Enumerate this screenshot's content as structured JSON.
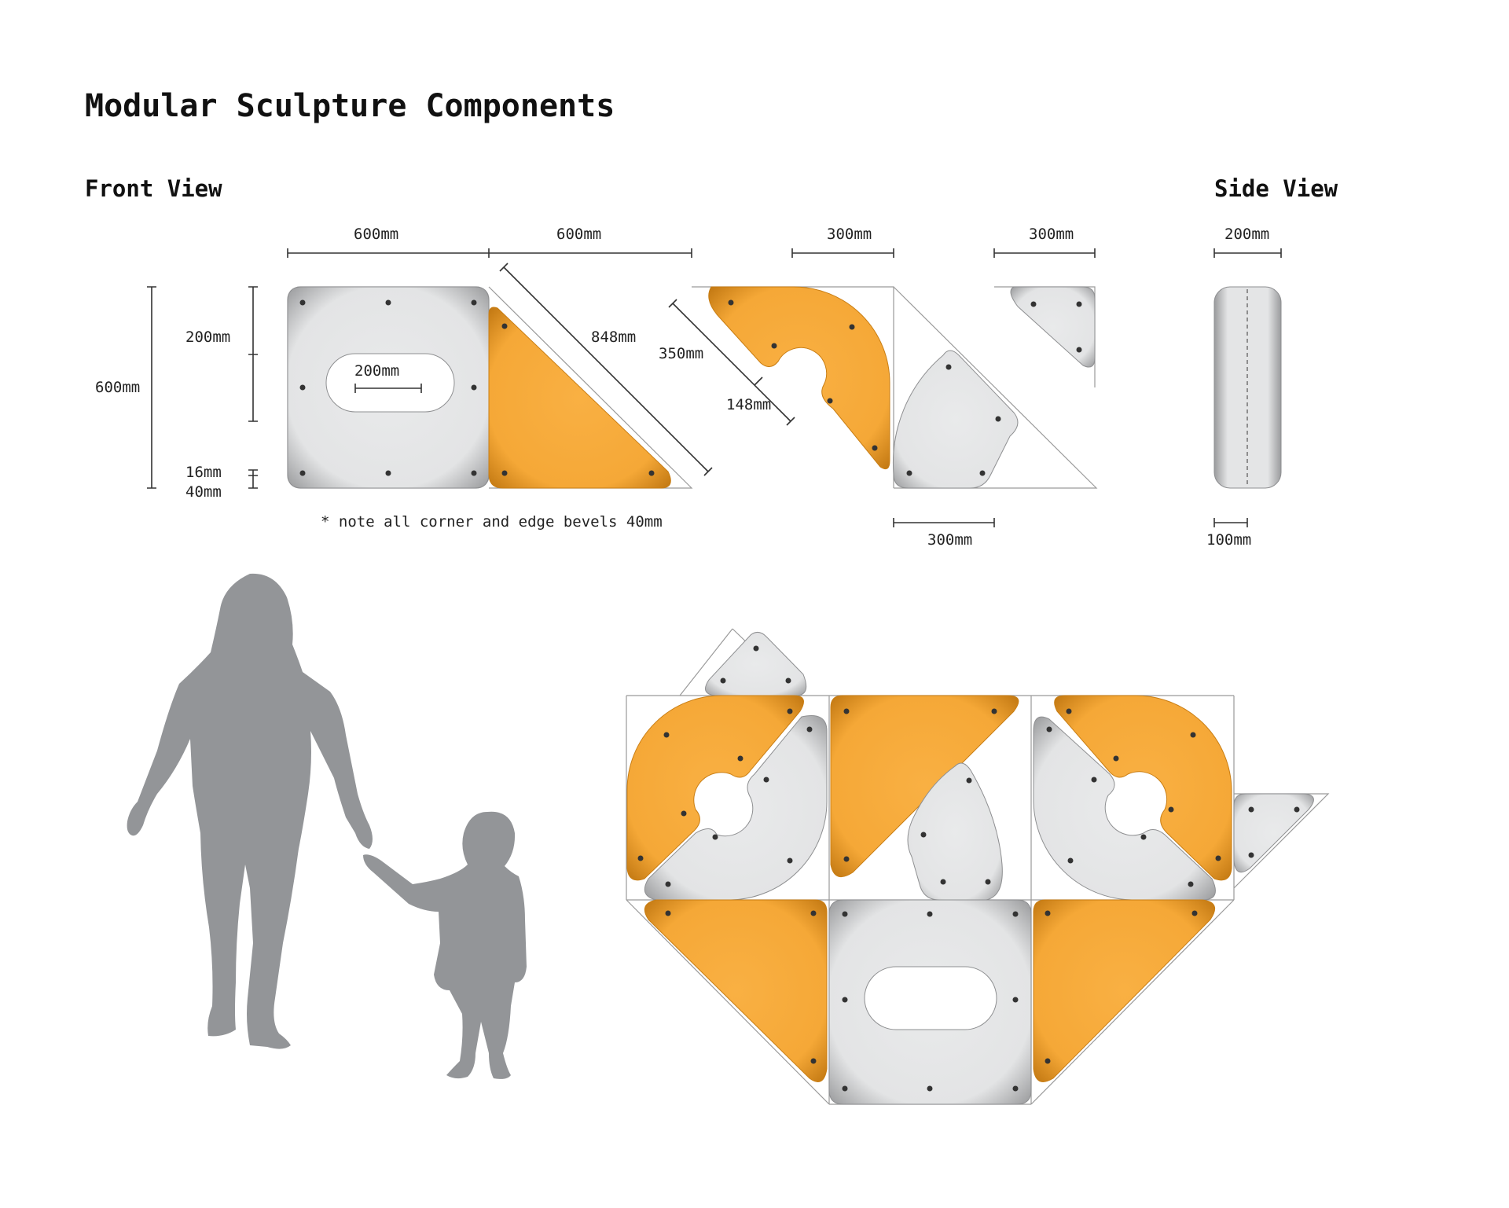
{
  "title": "Modular Sculpture Components",
  "front_view": {
    "heading": "Front View",
    "dimensions": {
      "square_width": "600mm",
      "triangle_width": "600mm",
      "arc_width": "300mm",
      "small_triangle_width": "300mm",
      "total_height": "600mm",
      "upper_segment": "200mm",
      "gap_16": "16mm",
      "gap_40": "40mm",
      "opening_width": "200mm",
      "hypotenuse": "848mm",
      "arc_diagonal": "350mm",
      "arc_notch": "148mm",
      "wedge_base": "300mm"
    },
    "note": "* note all corner and edge bevels 40mm"
  },
  "side_view": {
    "heading": "Side View",
    "dimensions": {
      "depth": "200mm",
      "half_depth": "100mm"
    }
  },
  "colors": {
    "orange": "#F7AD3E",
    "orange_edge": "#C97E14",
    "grey_panel": "#E6E7E8",
    "grey_edge": "#8E8F91",
    "silhouette": "#939598",
    "guide": "#9a9a9a"
  }
}
